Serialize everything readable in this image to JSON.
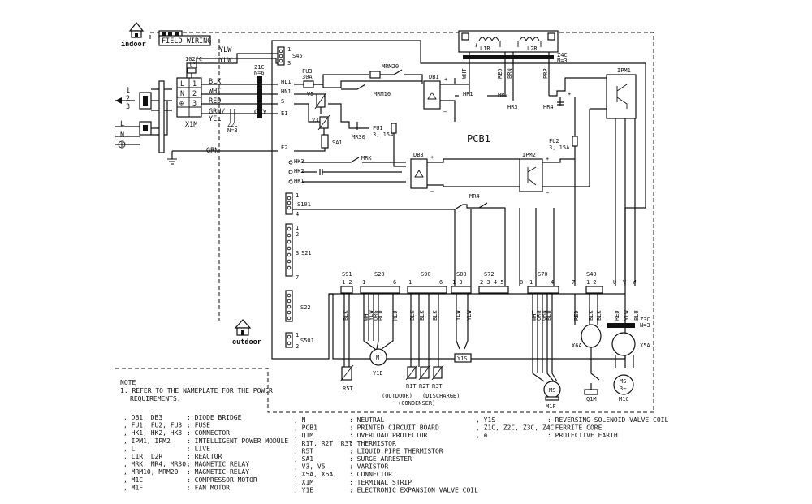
{
  "zones": {
    "indoor": "indoor",
    "outdoor": "outdoor",
    "field_wiring": "FIELD WIRING"
  },
  "pcb": {
    "label": "PCB1"
  },
  "wires": {
    "ylw": "YLW",
    "blk": "BLK",
    "wht": "WHT",
    "red": "RED",
    "grn_yel": "GRN/\nYEL",
    "grn": "GRN",
    "gry": "GRY"
  },
  "terminals": {
    "x1m": "X1M",
    "rows": [
      {
        "l": "L",
        "n": "1"
      },
      {
        "l": "N",
        "n": "2"
      },
      {
        "l": "⊕",
        "n": "3"
      }
    ],
    "left_nums": [
      "1",
      "2",
      "3"
    ],
    "left_L": "L",
    "left_N": "N"
  },
  "components": {
    "temp": "102°C",
    "temp_t": "t°",
    "z1c": "Z1C",
    "z1c_n": "N=6",
    "z2c": "Z2C",
    "z2c_n": "N=3",
    "s45": "S45",
    "s45_1": "1",
    "s45_3": "3",
    "hl1": "HL1",
    "hn1": "HN1",
    "s": "S",
    "e1": "E1",
    "e2": "E2",
    "fu3": "FU3",
    "fu3_r": "30A",
    "v5": "V5",
    "v3": "V3",
    "sa1": "SA1",
    "mrm20": "MRM20",
    "mrm10": "MRM10",
    "mr30": "MR30",
    "fu1": "FU1",
    "fu1_r": "3, 15A",
    "db1": "DB1",
    "db3": "DB3",
    "hk3": "HK3",
    "hk2": "HK2",
    "hk1": "HK1",
    "mrk": "MRK",
    "s101": "S101",
    "s101_1": "1",
    "s101_4": "4",
    "s21": "S21",
    "s22": "S22",
    "s501": "S501",
    "l1r": "L1R",
    "l2r": "L2R",
    "z4c": "Z4C",
    "z4c_n": "N=3",
    "hr1": "HR1",
    "hr2": "HR2",
    "hr3": "HR3",
    "hr4": "HR4",
    "fu2": "FU2",
    "fu2_r": "3, 15A",
    "ipm1": "IPM1",
    "ipm2": "IPM2",
    "mr4": "MR4",
    "s91": "S91",
    "s20": "S20",
    "s90": "S90",
    "s80": "S80",
    "s72": "S72",
    "s70": "S70",
    "s40": "S40",
    "s91_pins": "1 2",
    "s20_pins": "1 6",
    "s90_pins": "1 6",
    "s80_pins": "1 3",
    "s72_pins": "2 3 4 5",
    "s70_pins": "1 4 7",
    "s40_pins": "1 2",
    "u": "U",
    "v": "V",
    "w": "W",
    "r5t": "R5T",
    "y1e": "Y1E",
    "y1s": "Y1S",
    "r1t": "R1T",
    "r2t": "R2T",
    "r3t": "R3T",
    "outdoor_lbl": "(OUTDOOR)",
    "discharge_lbl": "(DISCHARGE)",
    "condenser_lbl": "(CONDENSER)",
    "m1f": "M1F",
    "q1m": "Q1M",
    "m1c": "M1C",
    "z3c": "Z3C",
    "z3c_n": "N=3",
    "x5a": "X5A",
    "x6a": "X6A",
    "wht": "WHT",
    "red": "RED",
    "brn": "BRN",
    "prp": "PRP",
    "org": "ORG",
    "blu": "BLU",
    "ylw": "YLW",
    "blk": "BLK",
    "grn": "GRN"
  },
  "note": {
    "title": "NOTE",
    "line1": "1. REFER TO THE NAMEPLATE FOR THE POWER",
    "line2": "REQUIREMENTS."
  },
  "legend": {
    "col1": [
      {
        "code": ", DB1, DB3",
        "desc": ": DIODE BRIDGE"
      },
      {
        "code": ", FU1, FU2, FU3",
        "desc": ": FUSE"
      },
      {
        "code": ", HK1, HK2, HK3",
        "desc": ": CONNECTOR"
      },
      {
        "code": ", IPM1, IPM2",
        "desc": ": INTELLIGENT POWER MODULE"
      },
      {
        "code": ", L",
        "desc": ": LIVE"
      },
      {
        "code": ", L1R, L2R",
        "desc": ": REACTOR"
      },
      {
        "code": ", MRK, MR4, MR30",
        "desc": ": MAGNETIC RELAY"
      },
      {
        "code": ", MRM10, MRM20",
        "desc": ": MAGNETIC RELAY"
      },
      {
        "code": ", M1C",
        "desc": ": COMPRESSOR MOTOR"
      },
      {
        "code": ", M1F",
        "desc": ": FAN MOTOR"
      }
    ],
    "col2": [
      {
        "code": ", N",
        "desc": ": NEUTRAL"
      },
      {
        "code": ", PCB1",
        "desc": ": PRINTED CIRCUIT BOARD"
      },
      {
        "code": ", Q1M",
        "desc": ": OVERLOAD PROTECTOR"
      },
      {
        "code": ", R1T, R2T, R3T",
        "desc": ": THERMISTOR"
      },
      {
        "code": ", R5T",
        "desc": ": LIQUID PIPE THERMISTOR"
      },
      {
        "code": ", SA1",
        "desc": ": SURGE ARRESTER"
      },
      {
        "code": ", V3, V5",
        "desc": ": VARISTOR"
      },
      {
        "code": ", X5A, X6A",
        "desc": ": CONNECTOR"
      },
      {
        "code": ", X1M",
        "desc": ": TERMINAL STRIP"
      },
      {
        "code": ", Y1E",
        "desc": ": ELECTRONIC EXPANSION VALVE COIL"
      }
    ],
    "col3": [
      {
        "code": ", Y1S",
        "desc": ": REVERSING SOLENOID VALVE COIL"
      },
      {
        "code": ", Z1C, Z2C, Z3C, Z4C",
        "desc": ": FERRITE CORE"
      },
      {
        "code": ", ⊕",
        "desc": ": PROTECTIVE EARTH"
      }
    ]
  }
}
